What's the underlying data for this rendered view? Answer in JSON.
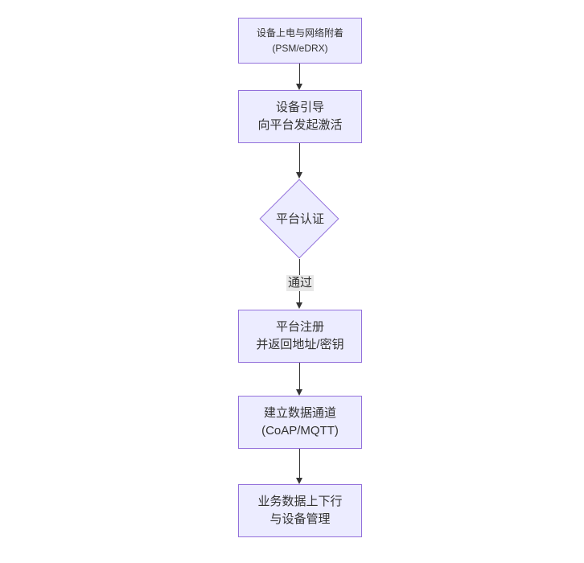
{
  "style": {
    "background": "#ffffff",
    "node_fill": "#ECECFF",
    "node_border": "#9370DB",
    "text_color": "#333333",
    "arrow_color": "#333333",
    "edge_label_background": "#e8e8e8"
  },
  "flowchart": {
    "node_power": {
      "line1": "设备上电与网络附着",
      "line2": "(PSM/eDRX)"
    },
    "node_bootstrap": {
      "line1": "设备引导",
      "line2": "向平台发起激活"
    },
    "decision_auth": {
      "label": "平台认证"
    },
    "edge_pass": {
      "label": "通过"
    },
    "node_register": {
      "line1": "平台注册",
      "line2": "并返回地址/密钥"
    },
    "node_channel": {
      "line1": "建立数据通道",
      "line2": "(CoAP/MQTT)"
    },
    "node_business": {
      "line1": "业务数据上下行",
      "line2": "与设备管理"
    }
  }
}
